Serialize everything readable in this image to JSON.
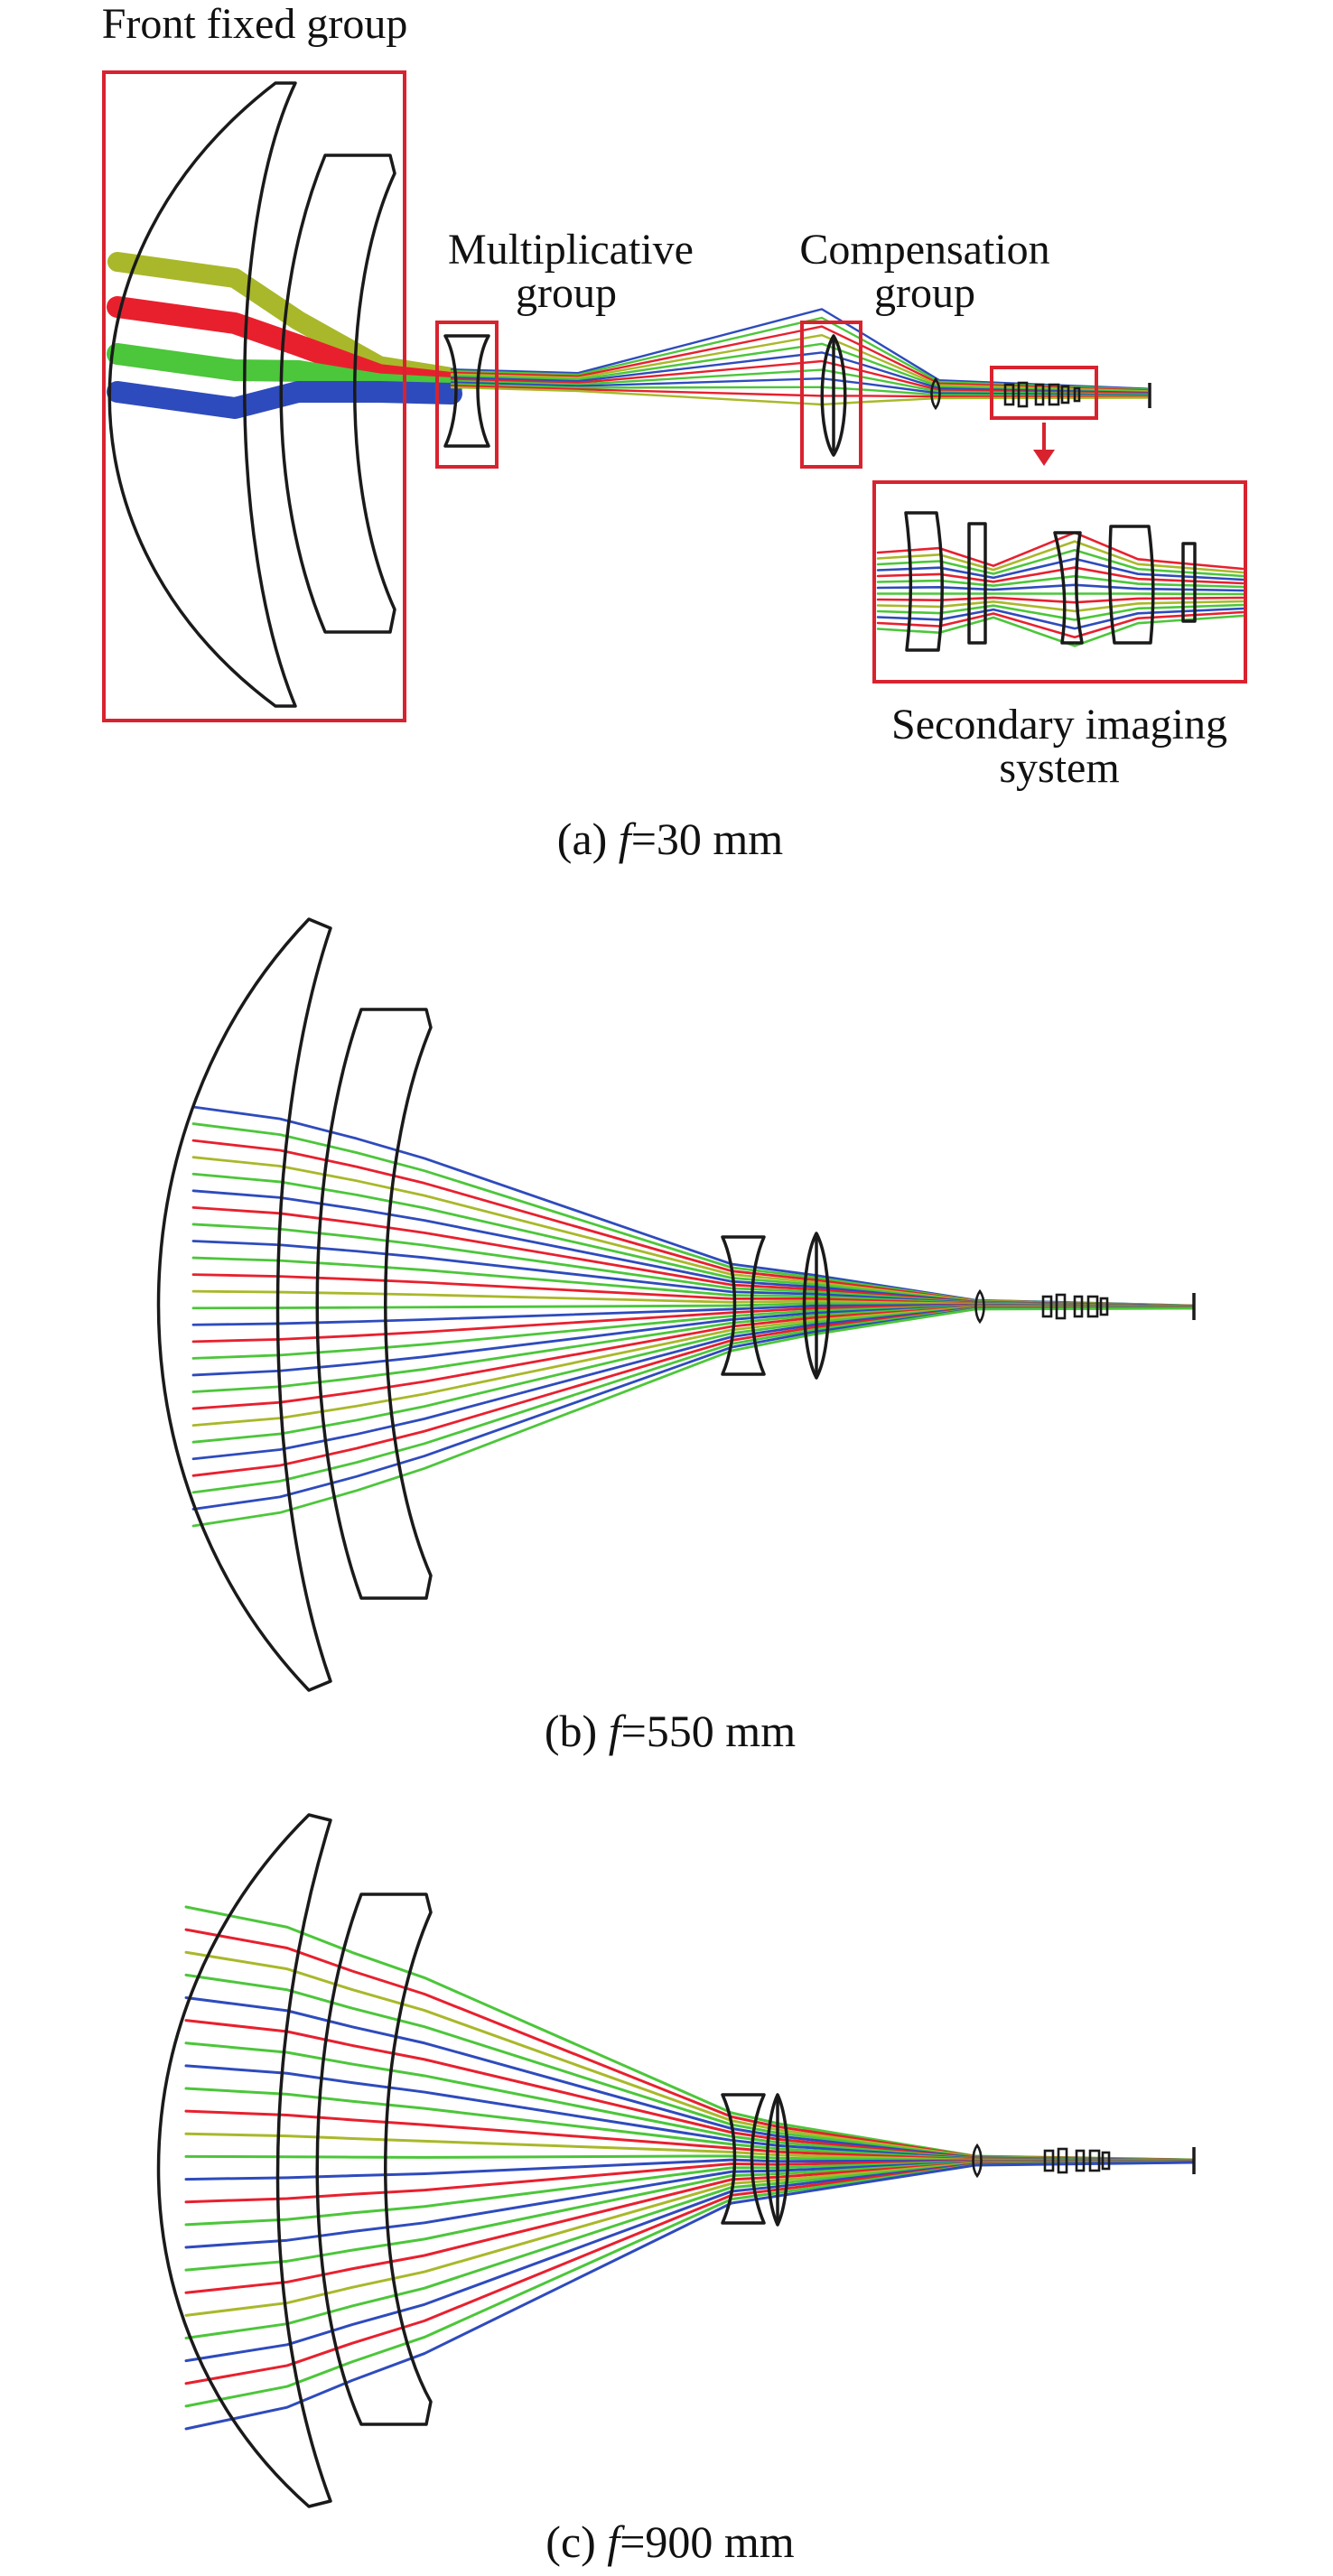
{
  "panels": {
    "a": {
      "caption_prefix": "(a) ",
      "caption_var": "f",
      "caption_value": "=30 mm",
      "labels": {
        "front_fixed_group": "Front fixed group",
        "multiplicative_line1": "Multiplicative",
        "multiplicative_line2": "group",
        "compensation_line1": "Compensation",
        "compensation_line2": "group",
        "secondary_line1": "Secondary imaging",
        "secondary_line2": "system"
      }
    },
    "b": {
      "caption_prefix": "(b) ",
      "caption_var": "f",
      "caption_value": "=550 mm"
    },
    "c": {
      "caption_prefix": "(c) ",
      "caption_var": "f",
      "caption_value": "=900 mm"
    }
  },
  "colors": {
    "ray_blue": "#2e4bbd",
    "ray_green": "#4cc63a",
    "ray_red": "#e8202e",
    "ray_olive": "#a9b82a",
    "ray_orange": "#f08a1c",
    "callout_red": "#d8232f",
    "lens_outline": "#1a1a1a"
  }
}
